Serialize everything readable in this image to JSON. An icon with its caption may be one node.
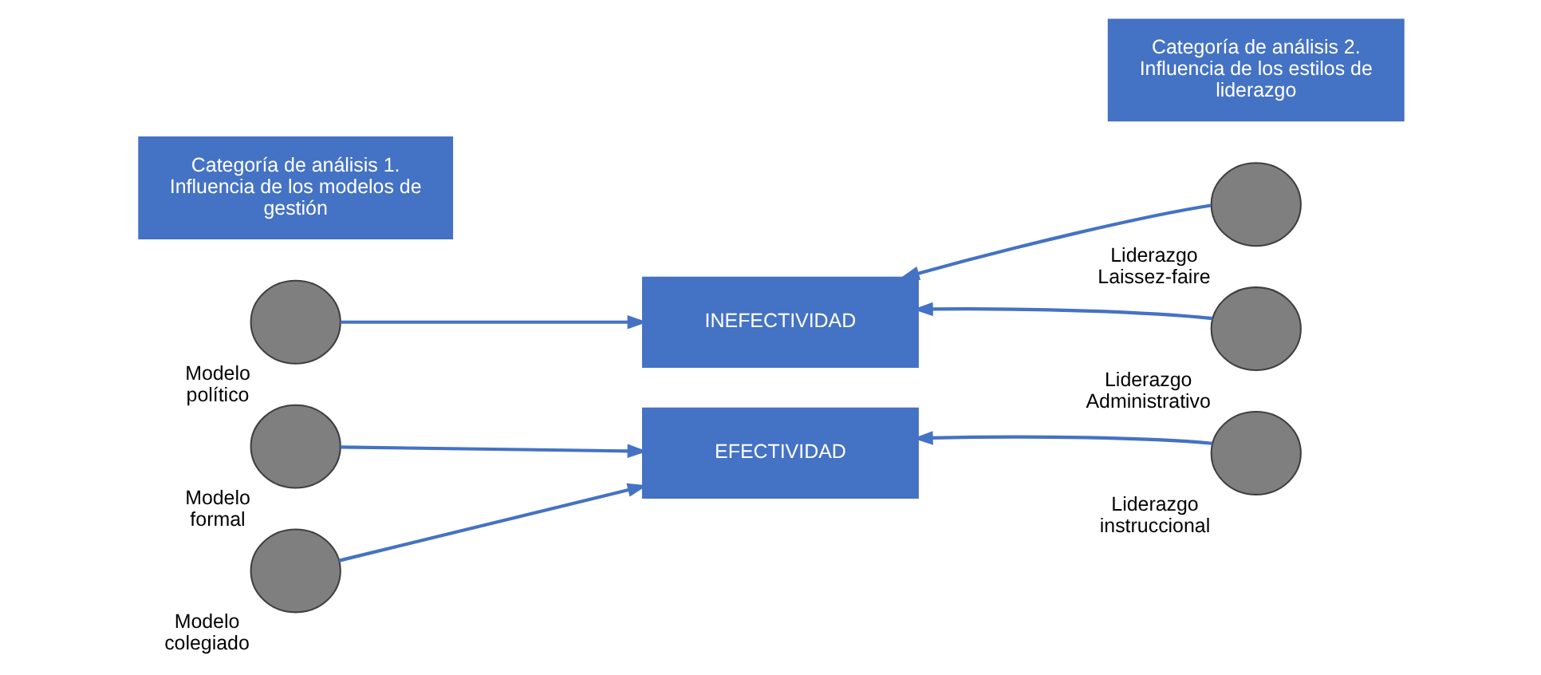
{
  "diagram": {
    "nodes": [
      {
        "text": [
          "Categoría de análisis 1. Influencia de los modelos de gestión"
        ]
      },
      {
        "text": [
          "Categoría de análisis 2. Influencia de los estilos de liderazgo"
        ]
      },
      {
        "text": [],
        "shape": "circle",
        "beside": [
          "Modelo político"
        ]
      },
      {
        "text": [],
        "shape": "circle",
        "beside": [
          "Modelo formal"
        ]
      },
      {
        "text": [],
        "shape": "circle",
        "beside": [
          "Modelo colegiado"
        ]
      },
      {
        "text": [
          "INEFECTIVIDAD"
        ]
      },
      {
        "text": [
          "EFECTIVIDAD"
        ]
      },
      {
        "text": [],
        "shape": "circle",
        "beside": [
          "Liderazgo Laissez-faire"
        ]
      },
      {
        "text": [],
        "shape": "circle",
        "beside": [
          "Liderazgo Administrativo"
        ]
      },
      {
        "text": [],
        "shape": "circle",
        "beside": [
          "Liderazgo instruccional"
        ]
      }
    ],
    "edges": [
      {
        "from": 2,
        "to": 5,
        "arrow": "to"
      },
      {
        "from": 3,
        "to": 6,
        "arrow": "to"
      },
      {
        "from": 4,
        "to": 6,
        "arrow": "to"
      },
      {
        "from": 7,
        "to": 5,
        "arrow": "to"
      },
      {
        "from": 8,
        "to": 5,
        "arrow": "to"
      },
      {
        "from": 9,
        "to": 6,
        "arrow": "to"
      }
    ]
  }
}
